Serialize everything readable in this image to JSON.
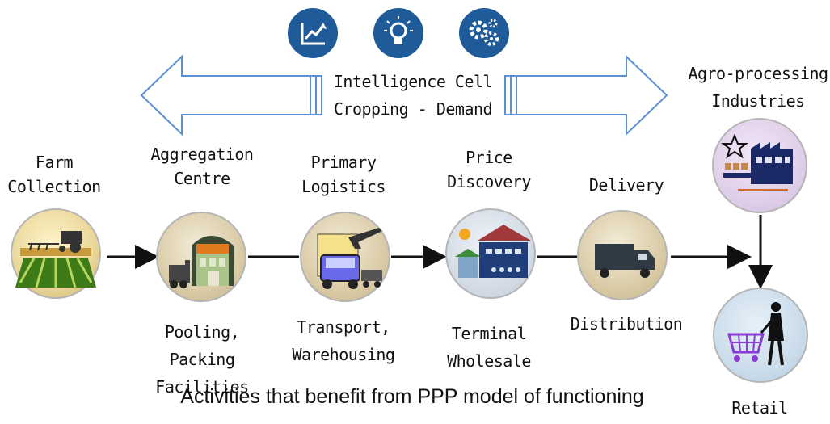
{
  "intelligence": {
    "line1": "Intelligence Cell",
    "line2": "Cropping - Demand",
    "icons": [
      "chart-growth-icon",
      "lightbulb-icon",
      "gears-icon"
    ]
  },
  "stages": [
    {
      "top": "Farm\nCollection",
      "bottom": ""
    },
    {
      "top": "Aggregation\nCentre",
      "bottom": "Pooling, Packing\nFacilities"
    },
    {
      "top": "Primary\nLogistics",
      "bottom": "Transport,\nWarehousing"
    },
    {
      "top": "Price\nDiscovery",
      "bottom": "Terminal\nWholesale"
    },
    {
      "top": "Delivery",
      "bottom": "Distribution"
    }
  ],
  "agro": "Agro-processing\nIndustries",
  "retail": "Retail",
  "caption": "Activities that benefit from PPP model of functioning",
  "colors": {
    "accent": "#1f5a99",
    "arrow_outline": "#5b8fd6",
    "flow": "#111111"
  }
}
